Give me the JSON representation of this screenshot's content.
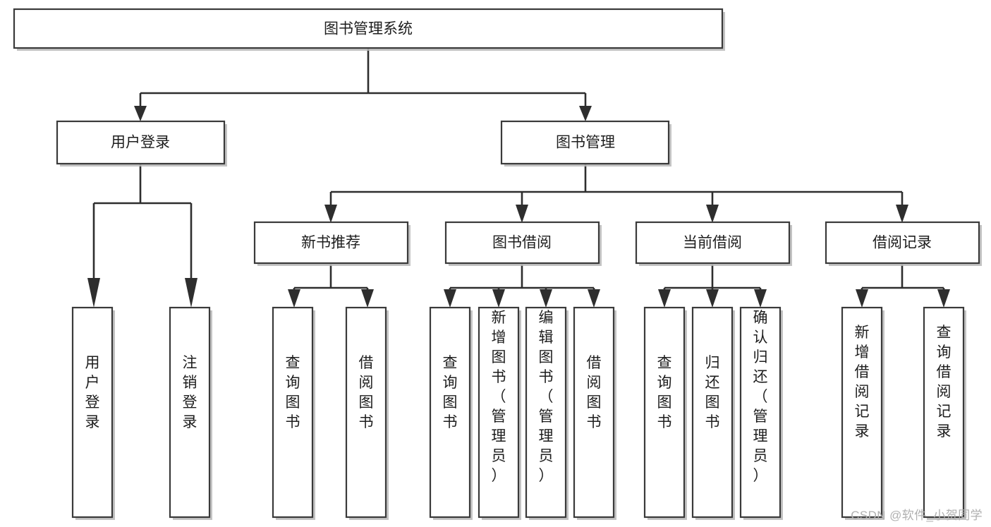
{
  "diagram": {
    "title": "图书管理系统",
    "type": "tree-hierarchy",
    "watermark": "CSDN @软件_小贺同学",
    "colors": {
      "background": "#ffffff",
      "box_stroke": "#3a3a3a",
      "connector": "#2e2e2e",
      "text": "#1d1d1d",
      "shadow": "#b9b9b9",
      "watermark": "#b0b0b0"
    },
    "root": {
      "label": "图书管理系统",
      "orientation": "horizontal"
    },
    "level2": [
      {
        "label": "用户登录",
        "orientation": "horizontal"
      },
      {
        "label": "图书管理",
        "orientation": "horizontal"
      }
    ],
    "level3": [
      {
        "label": "新书推荐",
        "orientation": "horizontal"
      },
      {
        "label": "图书借阅",
        "orientation": "horizontal"
      },
      {
        "label": "当前借阅",
        "orientation": "horizontal"
      },
      {
        "label": "借阅记录",
        "orientation": "horizontal"
      }
    ],
    "leaves": {
      "user_login": [
        {
          "label": "用户登录",
          "orientation": "vertical"
        },
        {
          "label": "注销登录",
          "orientation": "vertical"
        }
      ],
      "new_book_recommend": [
        {
          "label": "查询图书",
          "orientation": "vertical"
        },
        {
          "label": "借阅图书",
          "orientation": "vertical"
        }
      ],
      "book_borrow": [
        {
          "label": "查询图书",
          "orientation": "vertical"
        },
        {
          "label": "新增图书（管理员）",
          "orientation": "vertical"
        },
        {
          "label": "编辑图书（管理员）",
          "orientation": "vertical"
        },
        {
          "label": "借阅图书",
          "orientation": "vertical"
        }
      ],
      "current_borrow": [
        {
          "label": "查询图书",
          "orientation": "vertical"
        },
        {
          "label": "归还图书",
          "orientation": "vertical"
        },
        {
          "label": "确认归还（管理员）",
          "orientation": "vertical"
        }
      ],
      "borrow_record": [
        {
          "label": "新增借阅记录",
          "orientation": "vertical"
        },
        {
          "label": "查询借阅记录",
          "orientation": "vertical"
        }
      ]
    }
  }
}
